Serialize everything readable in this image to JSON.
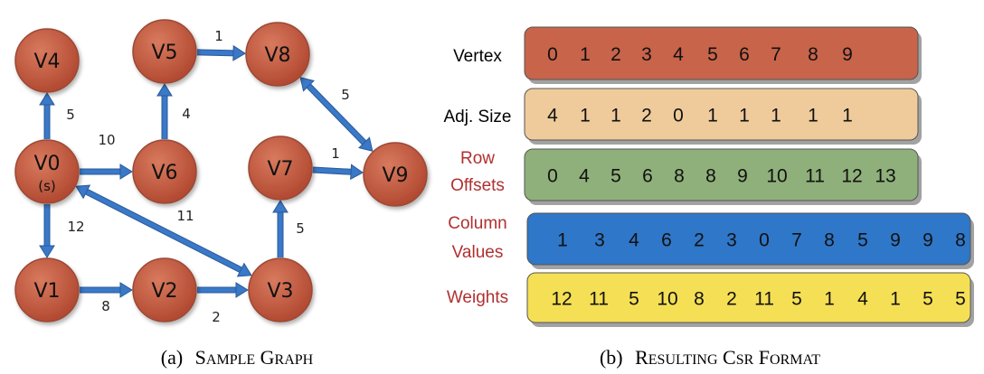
{
  "graph": {
    "caption_prefix": "(a)",
    "caption_title": "Sample Graph",
    "nodes": [
      {
        "id": "v0",
        "label": "V0",
        "sub": "(s)"
      },
      {
        "id": "v1",
        "label": "V1"
      },
      {
        "id": "v2",
        "label": "V2"
      },
      {
        "id": "v3",
        "label": "V3"
      },
      {
        "id": "v4",
        "label": "V4"
      },
      {
        "id": "v5",
        "label": "V5"
      },
      {
        "id": "v6",
        "label": "V6"
      },
      {
        "id": "v7",
        "label": "V7"
      },
      {
        "id": "v8",
        "label": "V8"
      },
      {
        "id": "v9",
        "label": "V9"
      }
    ],
    "edges": [
      {
        "from": "v0",
        "to": "v4",
        "weight": "5",
        "bidirectional": false
      },
      {
        "from": "v0",
        "to": "v6",
        "weight": "10",
        "bidirectional": false
      },
      {
        "from": "v0",
        "to": "v1",
        "weight": "12",
        "bidirectional": false
      },
      {
        "from": "v3",
        "to": "v0",
        "weight": "11",
        "bidirectional": true
      },
      {
        "from": "v1",
        "to": "v2",
        "weight": "8",
        "bidirectional": false
      },
      {
        "from": "v2",
        "to": "v3",
        "weight": "2",
        "bidirectional": false
      },
      {
        "from": "v3",
        "to": "v7",
        "weight": "5",
        "bidirectional": false
      },
      {
        "from": "v7",
        "to": "v9",
        "weight": "1",
        "bidirectional": false
      },
      {
        "from": "v6",
        "to": "v5",
        "weight": "4",
        "bidirectional": false
      },
      {
        "from": "v5",
        "to": "v8",
        "weight": "1",
        "bidirectional": false
      },
      {
        "from": "v8",
        "to": "v9",
        "weight": "5",
        "bidirectional": true
      }
    ]
  },
  "csr": {
    "caption_prefix": "(b)",
    "caption_title": "Resulting CSR Format",
    "rows": [
      {
        "key": "vertex",
        "label": [
          "Vertex"
        ],
        "label_color": "#000000",
        "fill": "#c8644a",
        "values": [
          "0",
          "1",
          "2",
          "3",
          "4",
          "5",
          "6",
          "7",
          "8",
          "9"
        ]
      },
      {
        "key": "adj_size",
        "label": [
          "Adj. Size"
        ],
        "label_color": "#000000",
        "fill": "#efcb9c",
        "values": [
          "4",
          "1",
          "1",
          "2",
          "0",
          "1",
          "1",
          "1",
          "1",
          "1"
        ]
      },
      {
        "key": "row_offsets",
        "label": [
          "Row",
          "Offsets"
        ],
        "label_color": "#b03030",
        "fill": "#8fb07a",
        "values": [
          "0",
          "4",
          "5",
          "6",
          "8",
          "8",
          "9",
          "10",
          "11",
          "12",
          "13"
        ]
      },
      {
        "key": "column_values",
        "label": [
          "Column",
          "Values"
        ],
        "label_color": "#b03030",
        "fill": "#2f77c8",
        "values": [
          "1",
          "3",
          "4",
          "6",
          "2",
          "3",
          "0",
          "7",
          "8",
          "5",
          "9",
          "9",
          "8"
        ]
      },
      {
        "key": "weights",
        "label": [
          "Weights"
        ],
        "label_color": "#b03030",
        "fill": "#f5df55",
        "values": [
          "12",
          "11",
          "5",
          "10",
          "8",
          "2",
          "11",
          "5",
          "1",
          "4",
          "1",
          "5",
          "5"
        ]
      }
    ]
  },
  "colors": {
    "node_fill": "#c0543a",
    "node_stroke": "#9a4a36",
    "edge": "#3a78c8",
    "edge_dark": "#2b5a98"
  }
}
